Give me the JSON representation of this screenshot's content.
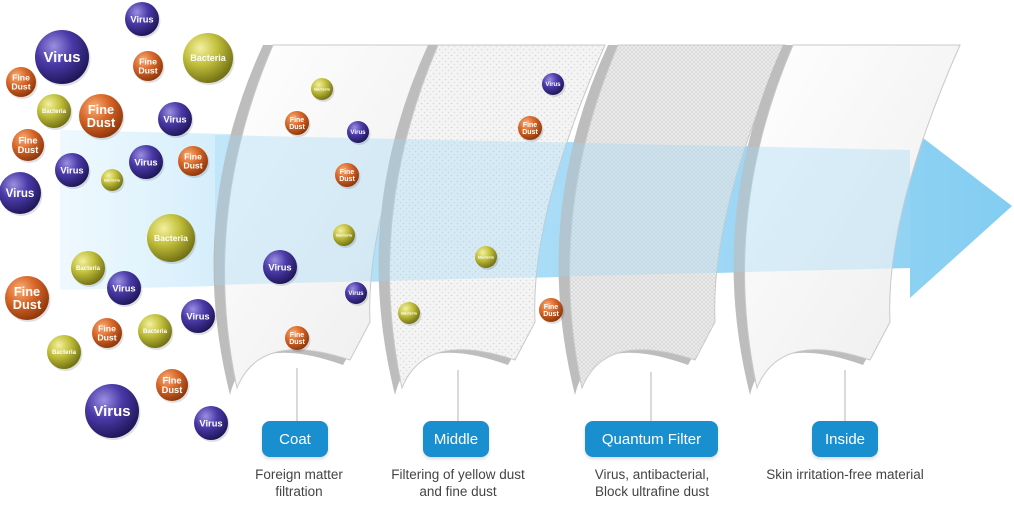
{
  "particle_labels": {
    "virus": "Virus",
    "fine_dust": "Fine Dust",
    "bacteria": "Bacteria"
  },
  "colors": {
    "virus": "#3a2c8c",
    "fine_dust": "#d2601c",
    "bacteria": "#b3b22c",
    "flow": "#8fd0f2",
    "button": "#1a8fd0",
    "frame": "#b8b8b8"
  },
  "layers": [
    {
      "name": "Coat",
      "description": "Foreign matter\nfiltration"
    },
    {
      "name": "Middle",
      "description": "Filtering of yellow dust\nand fine dust"
    },
    {
      "name": "Quantum Filter",
      "description": "Virus, antibacterial,\nBlock ultrafine dust"
    },
    {
      "name": "Inside",
      "description": "Skin irritation-free material"
    }
  ]
}
